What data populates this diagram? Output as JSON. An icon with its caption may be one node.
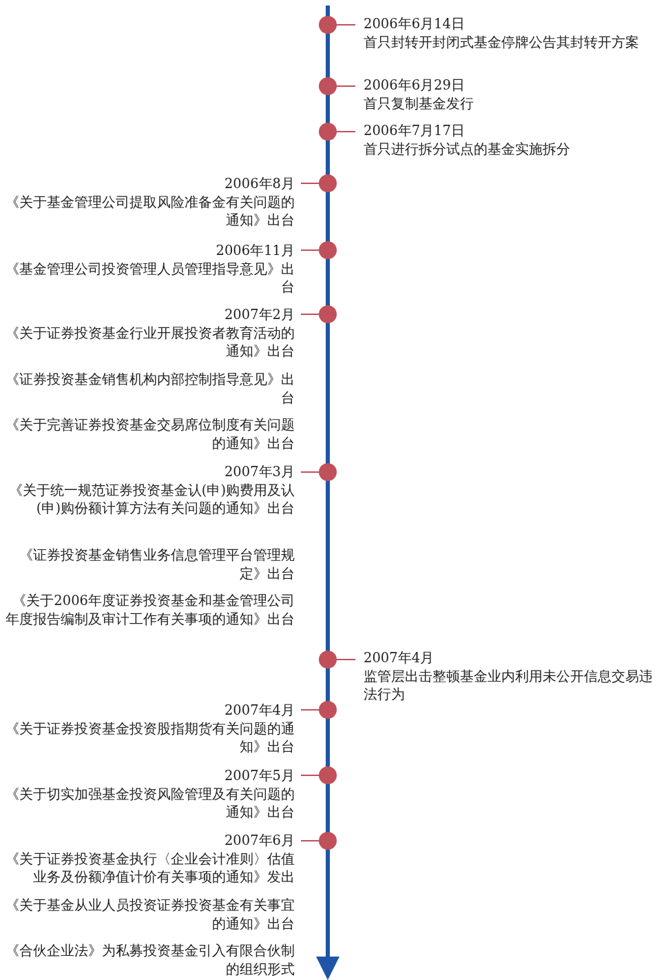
{
  "diagram": {
    "nodes": [
      {
        "text": [
          "2006年6月14日",
          "首只封转开封闭式基金停牌公告其封转开方案"
        ]
      },
      {
        "text": [
          "2006年6月29日",
          "首只复制基金发行"
        ]
      },
      {
        "text": [
          "2006年7月17日",
          "首只进行拆分试点的基金实施拆分"
        ]
      },
      {
        "text": [
          "2006年8月",
          "《关于基金管理公司提取风险准备金有关问题的通知》出台"
        ]
      },
      {
        "text": [
          "2006年11月",
          "《基金管理公司投资管理人员管理指导意见》出台"
        ]
      },
      {
        "text": [
          "2007年2月",
          "《关于证券投资基金行业开展投资者教育活动的通知》出台"
        ]
      },
      {
        "text": [
          "《证券投资基金销售机构内部控制指导意见》出台"
        ]
      },
      {
        "text": [
          "《关于完善证券投资基金交易席位制度有关问题的通知》出台"
        ]
      },
      {
        "text": [
          "2007年3月",
          "《关于统一规范证券投资基金认(申)购费用及认(申)购份额计算方法有关问题的通知》出台"
        ]
      },
      {
        "text": [
          "《证券投资基金销售业务信息管理平台管理规定》出台"
        ]
      },
      {
        "text": [
          "《关于2006年度证券投资基金和基金管理公司年度报告编制及审计工作有关事项的通知》出台"
        ]
      },
      {
        "text": [
          "2007年4月",
          "监管层出击整顿基金业内利用未公开信息交易违法行为"
        ]
      },
      {
        "text": [
          "2007年4月",
          "《关于证券投资基金投资股指期货有关问题的通知》出台"
        ]
      },
      {
        "text": [
          "2007年5月",
          "《关于切实加强基金投资风险管理及有关问题的通知》出台"
        ]
      },
      {
        "text": [
          "2007年6月",
          "《关于证券投资基金执行〈企业会计准则〉估值业务及份额净值计价有关事项的通知》发出"
        ]
      },
      {
        "text": [
          "《关于基金从业人员投资证券投资基金有关事宜的通知》出台"
        ]
      },
      {
        "text": [
          "《合伙企业法》为私募投资基金引入有限合伙制的组织形式"
        ]
      }
    ]
  }
}
